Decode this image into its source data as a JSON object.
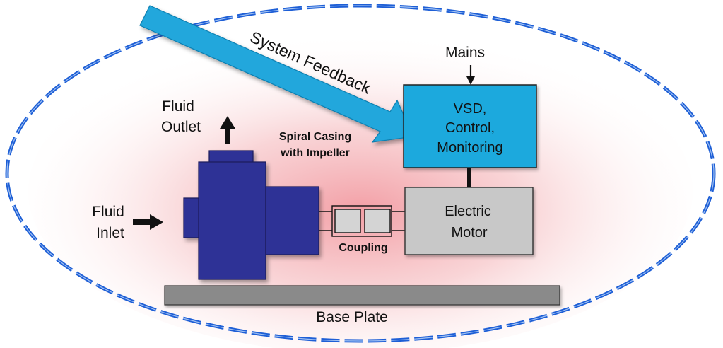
{
  "labels": {
    "system_feedback": "System Feedback",
    "mains": "Mains",
    "vsd_line1": "VSD,",
    "vsd_line2": "Control,",
    "vsd_line3": "Monitoring",
    "fluid_outlet_line1": "Fluid",
    "fluid_outlet_line2": "Outlet",
    "spiral_casing_line1": "Spiral Casing",
    "spiral_casing_line2": "with Impeller",
    "fluid_inlet_line1": "Fluid",
    "fluid_inlet_line2": "Inlet",
    "coupling": "Coupling",
    "electric_motor_line1": "Electric",
    "electric_motor_line2": "Motor",
    "base_plate": "Base Plate"
  },
  "colors": {
    "boundary_dash": "#1e5fd6",
    "glow": "#f3a0a6",
    "pump": "#2f3296",
    "vsd_box": "#1aa9dd",
    "feedback_arrow": "#22a7dc",
    "motor_box": "#c8c8c8",
    "base_plate": "#8a8a8a",
    "coupling": "#d4d4d4"
  }
}
